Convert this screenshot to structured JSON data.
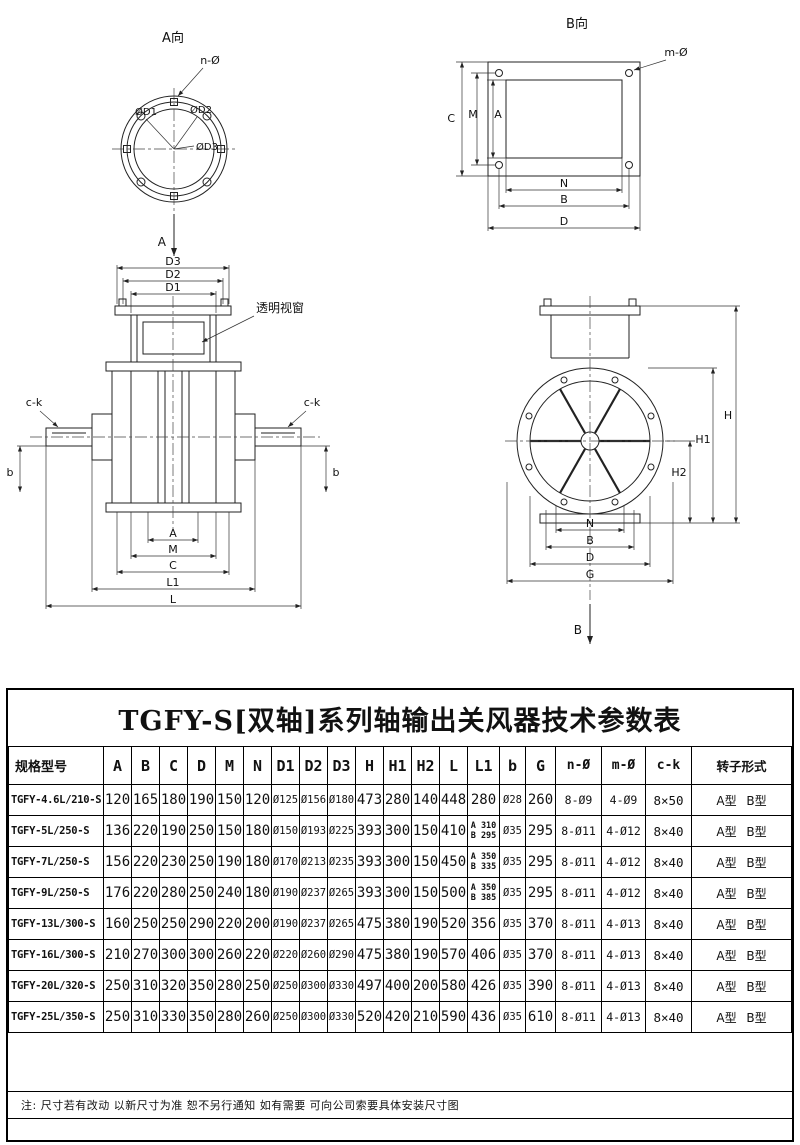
{
  "drawings": {
    "view_a": {
      "title": "A向",
      "bolt_label": "n-Ø",
      "dia1": "ØD1",
      "dia2": "ØD2",
      "dia3": "ØD3",
      "axis_label": "A"
    },
    "view_b": {
      "title": "B向",
      "bolt_label": "m-Ø",
      "dim_c": "C",
      "dim_m": "M",
      "dim_a": "A",
      "dim_n": "N",
      "dim_b": "B",
      "dim_d": "D"
    },
    "front": {
      "dim_d3": "D3",
      "dim_d2": "D2",
      "dim_d1": "D1",
      "window_label": "透明视窗",
      "ck_left": "c-k",
      "ck_right": "c-k",
      "b_left": "b",
      "b_right": "b",
      "dim_a": "A",
      "dim_m": "M",
      "dim_c": "C",
      "dim_l1": "L1",
      "dim_l": "L"
    },
    "side": {
      "dim_h": "H",
      "dim_h1": "H1",
      "dim_h2": "H2",
      "dim_n": "N",
      "dim_b": "B",
      "dim_d": "D",
      "dim_g": "G",
      "axis_label": "B"
    }
  },
  "table": {
    "title": "TGFY-S[双轴]系列轴输出关风器技术参数表",
    "headers": [
      "规格型号",
      "A",
      "B",
      "C",
      "D",
      "M",
      "N",
      "D1",
      "D2",
      "D3",
      "H",
      "H1",
      "H2",
      "L",
      "L1",
      "b",
      "G",
      "n-Ø",
      "m-Ø",
      "c-k",
      "转子形式"
    ],
    "rows": [
      [
        "TGFY-4.6L/210-S",
        "120",
        "165",
        "180",
        "190",
        "150",
        "120",
        "Ø125",
        "Ø156",
        "Ø180",
        "473",
        "280",
        "140",
        "448",
        "280",
        "Ø28",
        "260",
        "8-Ø9",
        "4-Ø9",
        "8×50",
        "A型 B型"
      ],
      [
        "TGFY-5L/250-S",
        "136",
        "220",
        "190",
        "250",
        "150",
        "180",
        "Ø150",
        "Ø193",
        "Ø225",
        "393",
        "300",
        "150",
        "410",
        "A 310\nB 295",
        "Ø35",
        "295",
        "8-Ø11",
        "4-Ø12",
        "8×40",
        "A型 B型"
      ],
      [
        "TGFY-7L/250-S",
        "156",
        "220",
        "230",
        "250",
        "190",
        "180",
        "Ø170",
        "Ø213",
        "Ø235",
        "393",
        "300",
        "150",
        "450",
        "A 350\nB 335",
        "Ø35",
        "295",
        "8-Ø11",
        "4-Ø12",
        "8×40",
        "A型 B型"
      ],
      [
        "TGFY-9L/250-S",
        "176",
        "220",
        "280",
        "250",
        "240",
        "180",
        "Ø190",
        "Ø237",
        "Ø265",
        "393",
        "300",
        "150",
        "500",
        "A 350\nB 385",
        "Ø35",
        "295",
        "8-Ø11",
        "4-Ø12",
        "8×40",
        "A型 B型"
      ],
      [
        "TGFY-13L/300-S",
        "160",
        "250",
        "250",
        "290",
        "220",
        "200",
        "Ø190",
        "Ø237",
        "Ø265",
        "475",
        "380",
        "190",
        "520",
        "356",
        "Ø35",
        "370",
        "8-Ø11",
        "4-Ø13",
        "8×40",
        "A型 B型"
      ],
      [
        "TGFY-16L/300-S",
        "210",
        "270",
        "300",
        "300",
        "260",
        "220",
        "Ø220",
        "Ø260",
        "Ø290",
        "475",
        "380",
        "190",
        "570",
        "406",
        "Ø35",
        "370",
        "8-Ø11",
        "4-Ø13",
        "8×40",
        "A型 B型"
      ],
      [
        "TGFY-20L/320-S",
        "250",
        "310",
        "320",
        "350",
        "280",
        "250",
        "Ø250",
        "Ø300",
        "Ø330",
        "497",
        "400",
        "200",
        "580",
        "426",
        "Ø35",
        "390",
        "8-Ø11",
        "4-Ø13",
        "8×40",
        "A型 B型"
      ],
      [
        "TGFY-25L/350-S",
        "250",
        "310",
        "330",
        "350",
        "280",
        "260",
        "Ø250",
        "Ø300",
        "Ø330",
        "520",
        "420",
        "210",
        "590",
        "436",
        "Ø35",
        "610",
        "8-Ø11",
        "4-Ø13",
        "8×40",
        "A型 B型"
      ]
    ]
  },
  "footer": {
    "note": "注: 尺寸若有改动 以新尺寸为准 恕不另行通知 如有需要 可向公司索要具体安装尺寸图"
  }
}
